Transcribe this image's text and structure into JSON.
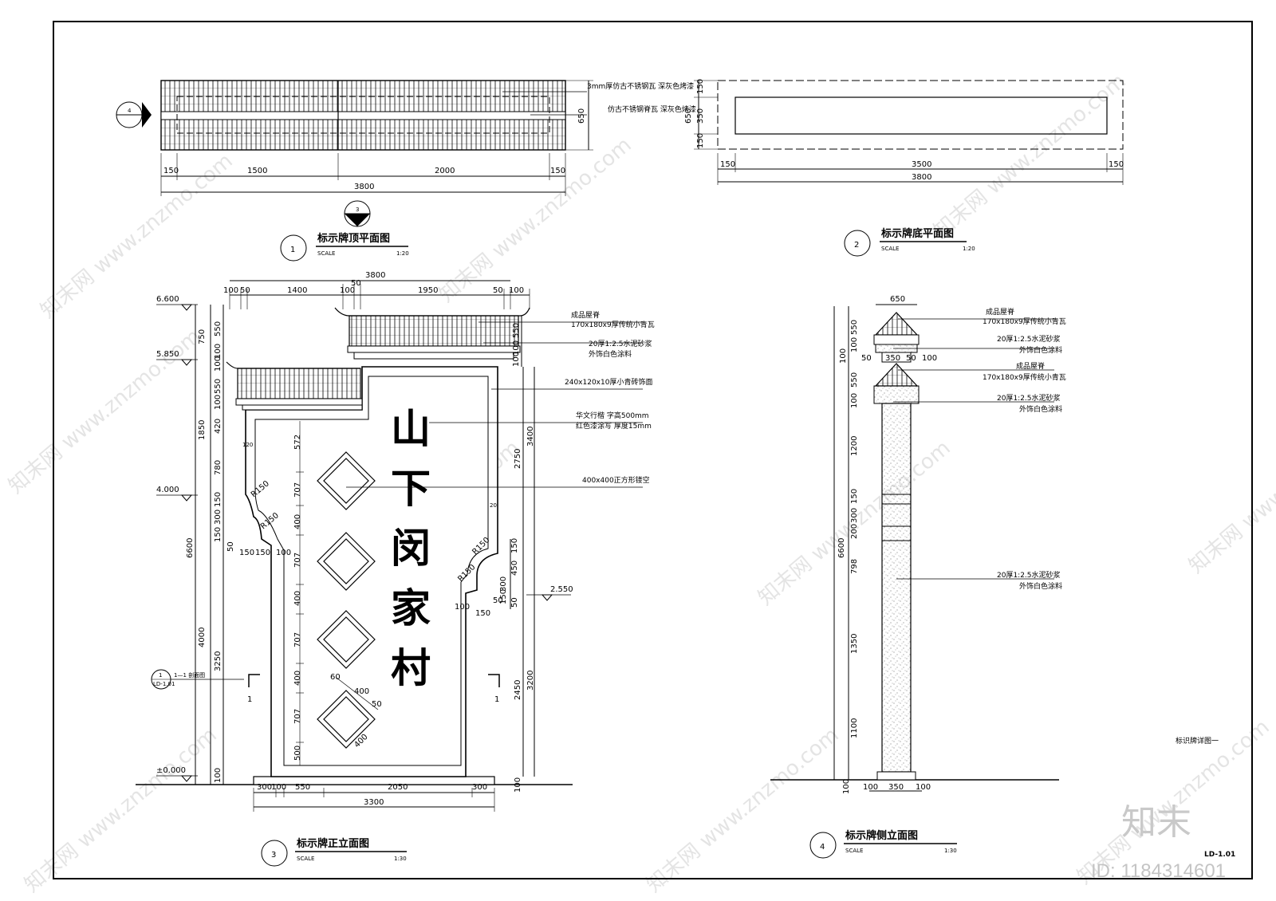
{
  "drawing": {
    "sheet_no": "LD-1.01",
    "side_note": "标识牌详图一",
    "watermark": "知末网 www.znzmo.com",
    "brand": "知末",
    "id_label": "ID: 1184314601"
  },
  "view1": {
    "num": "1",
    "title": "标示牌顶平面图",
    "scale_label": "SCALE",
    "scale": "1:20",
    "dims_bottom": [
      "150",
      "1500",
      "2000",
      "150"
    ],
    "total": "3800",
    "height_dim": "650",
    "notes": [
      "3mm厚仿古不锈钢瓦  深灰色烤漆",
      "仿古不锈钢脊瓦  深灰色烤漆"
    ],
    "section_top": "4",
    "section_bottom": "3"
  },
  "view2": {
    "num": "2",
    "title": "标示牌底平面图",
    "scale_label": "SCALE",
    "scale": "1:20",
    "dims_bottom": [
      "150",
      "3500",
      "150"
    ],
    "total": "3800",
    "dims_left": [
      "150",
      "350",
      "150"
    ],
    "height_dim": "650"
  },
  "view3": {
    "num": "3",
    "title": "标示牌正立面图",
    "scale_label": "SCALE",
    "scale": "1:30",
    "sign_text": [
      "山",
      "下",
      "闵",
      "家",
      "村"
    ],
    "top_total": "3800",
    "top_dims": [
      "100",
      "50",
      "1400",
      "100",
      "50",
      "1950",
      "50",
      "100"
    ],
    "levels": [
      "6.600",
      "5.850",
      "4.000",
      "±0.000",
      "2.550"
    ],
    "left_dims_outer": [
      "750",
      "1850",
      "4000",
      "6600"
    ],
    "left_dims_inner": [
      "550",
      "100",
      "100",
      "550",
      "100",
      "420",
      "780",
      "150",
      "300",
      "150",
      "50",
      "3250",
      "100"
    ],
    "right_dims_a": [
      "550",
      "100",
      "100"
    ],
    "right_dims_b": [
      "3400",
      "2750",
      "3200",
      "2450",
      "100"
    ],
    "right_dims_c": [
      "150",
      "450",
      "300",
      "150",
      "50"
    ],
    "inner_vert": [
      "572",
      "707",
      "400",
      "707",
      "400",
      "707",
      "400",
      "707",
      "500"
    ],
    "radii": [
      "R150",
      "R150",
      "R150",
      "R150"
    ],
    "small": [
      "120",
      "20",
      "150",
      "150",
      "100",
      "100",
      "150",
      "50"
    ],
    "diamond": [
      "60",
      "400",
      "50",
      "400"
    ],
    "bottom_dims": [
      "300",
      "100",
      "550",
      "2050",
      "300"
    ],
    "bottom_total": "3300",
    "section_mark": "1",
    "section_ref_num": "1",
    "section_ref_sheet": "LD-1.01",
    "section_ref_label": "1—1 剖面图",
    "notes": [
      "成品屋脊",
      "170x180x9厚传统小青瓦",
      "20厚1:2.5水泥砂浆",
      "外饰白色涂料",
      "240x120x10厚小青砖饰面",
      "华文行楷  字高500mm",
      "红色漆涂写  厚度15mm",
      "400x400正方形镂空"
    ]
  },
  "view4": {
    "num": "4",
    "title": "标示牌侧立面图",
    "scale_label": "SCALE",
    "scale": "1:30",
    "top_dim": "650",
    "left_outer": "6600",
    "left_dims": [
      "550",
      "100",
      "100",
      "550",
      "100",
      "1200",
      "150",
      "300",
      "200",
      "798",
      "1350",
      "1100",
      "100"
    ],
    "mid_dims": [
      "50",
      "350",
      "50",
      "100"
    ],
    "bottom_dims": [
      "100",
      "350",
      "100"
    ],
    "notes": [
      "成品屋脊",
      "170x180x9厚传统小青瓦",
      "20厚1:2.5水泥砂浆",
      "外饰白色涂料",
      "成品屋脊",
      "170x180x9厚传统小青瓦",
      "20厚1:2.5水泥砂浆",
      "外饰白色涂料",
      "20厚1:2.5水泥砂浆",
      "外饰白色涂料"
    ]
  }
}
